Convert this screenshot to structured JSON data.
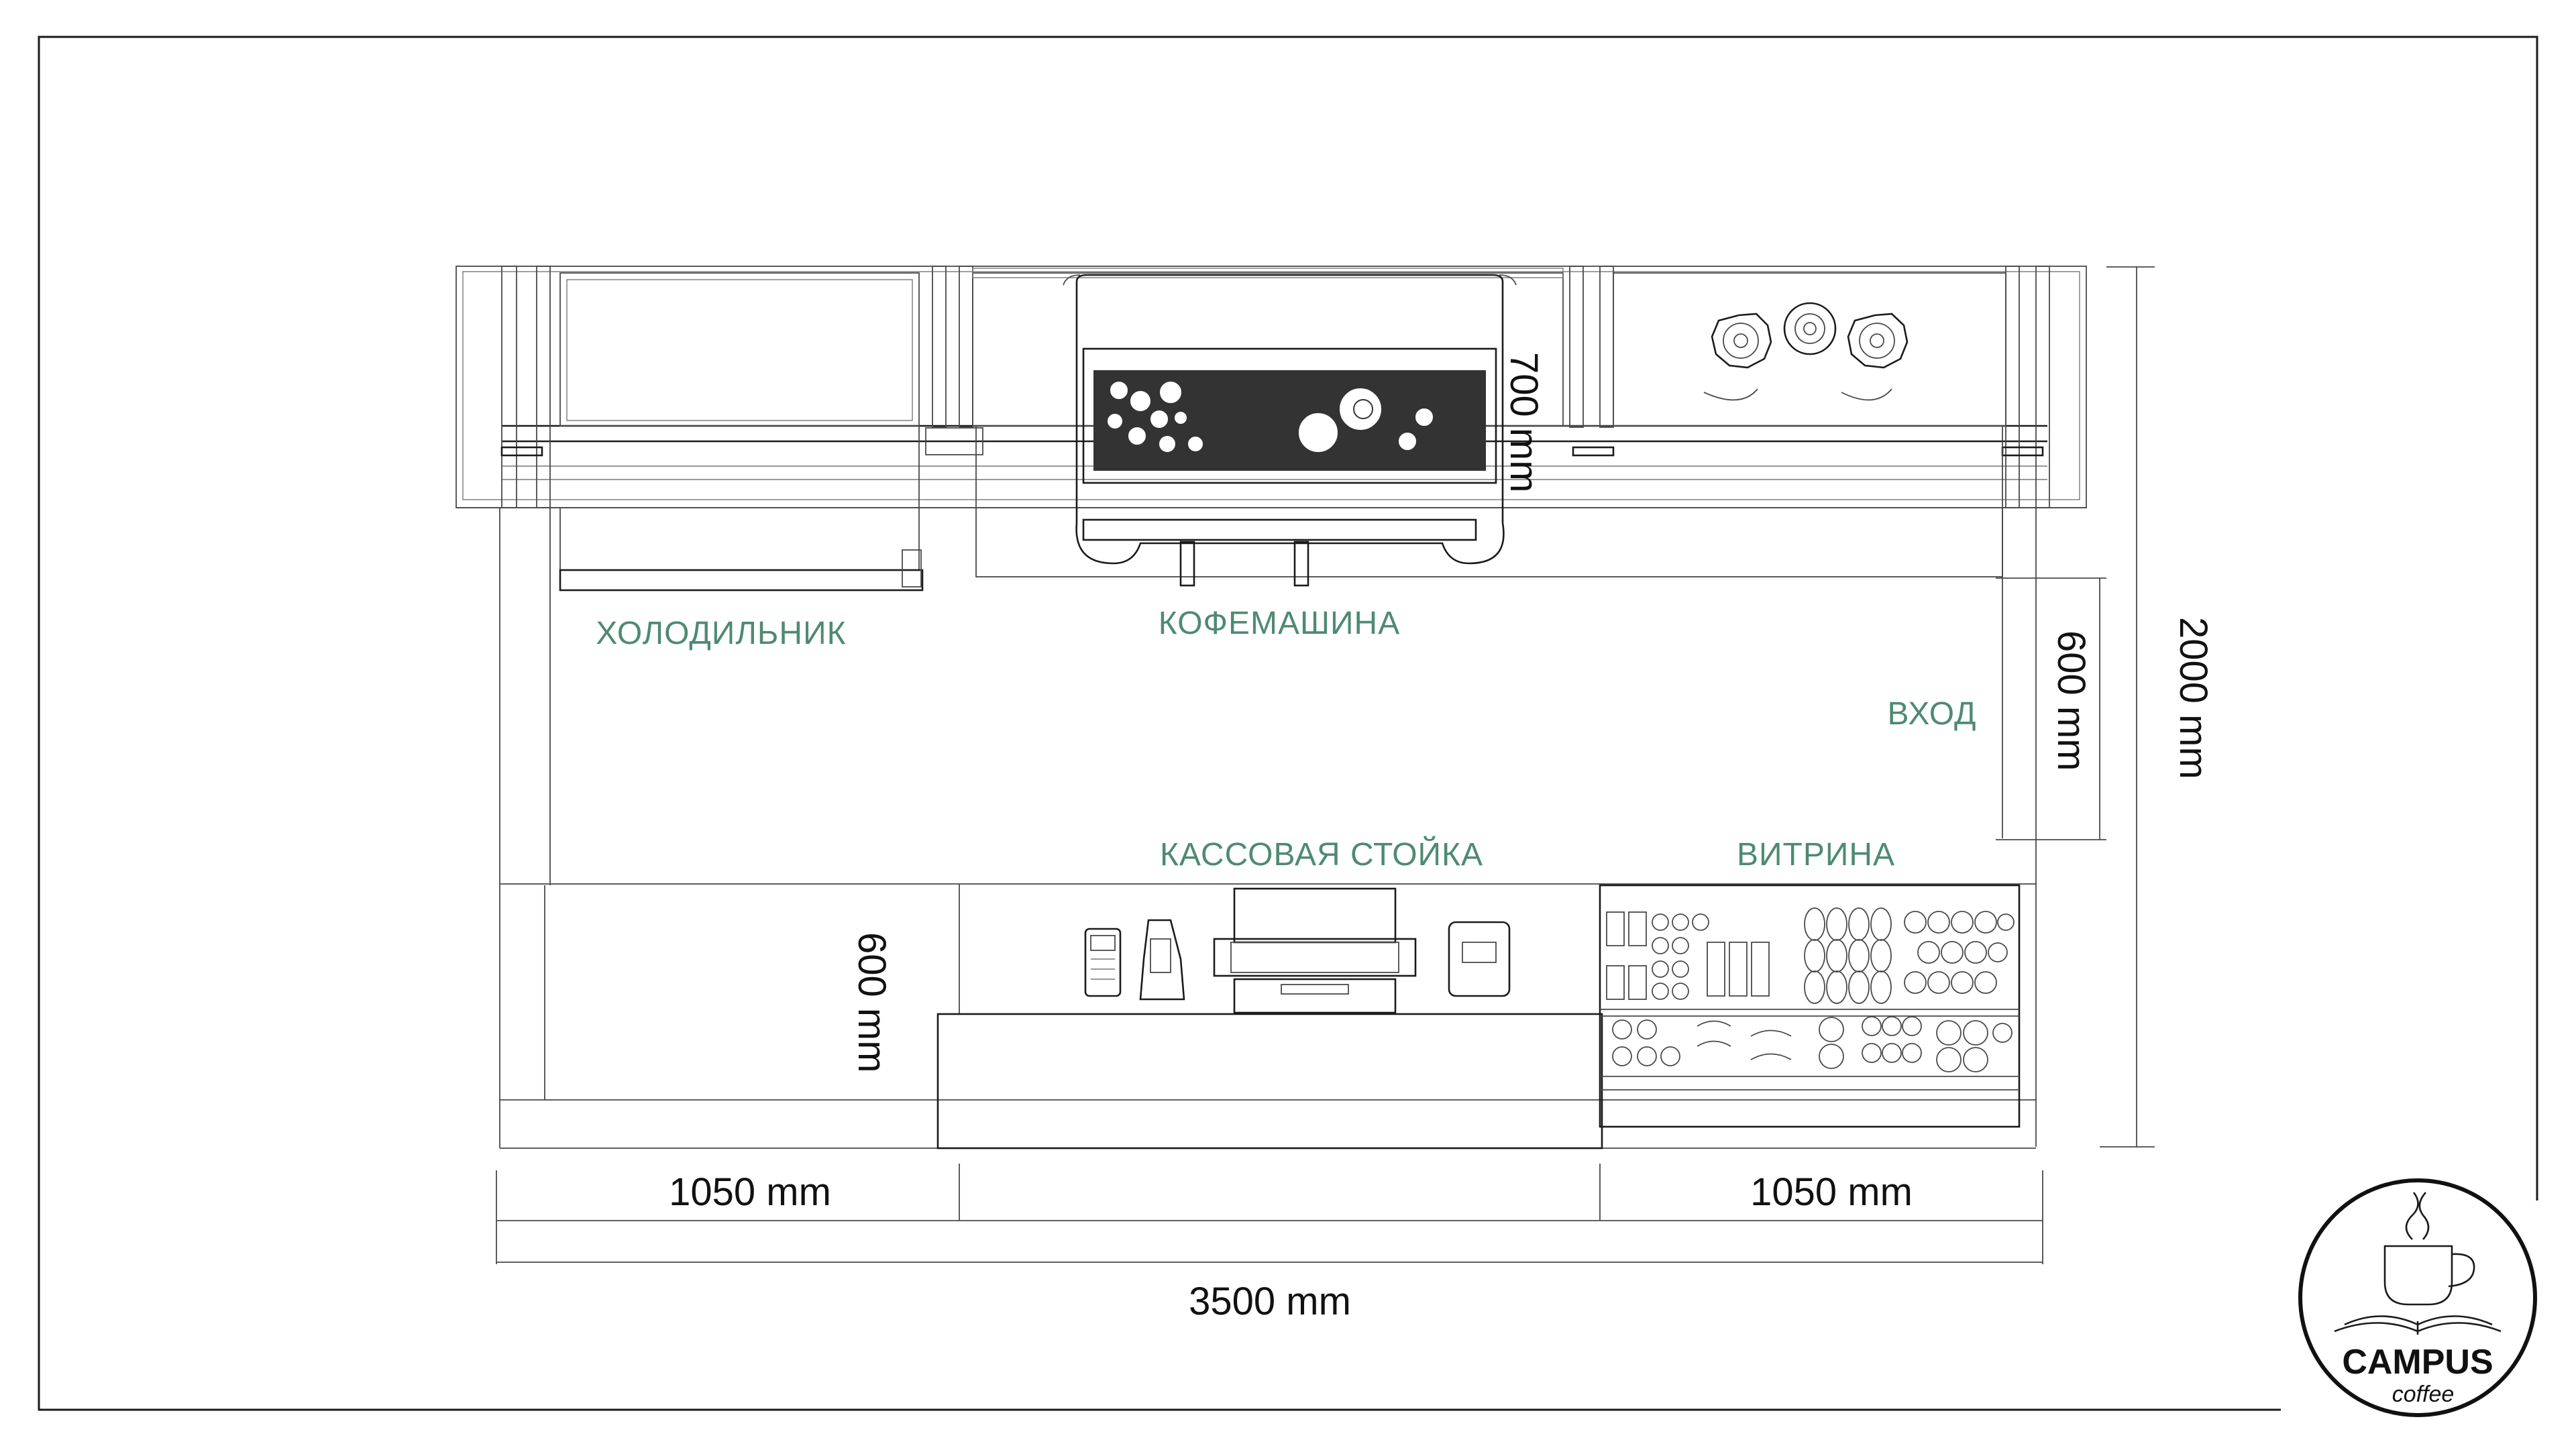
{
  "labels": {
    "fridge": "ХОЛОДИЛЬНИК",
    "coffee_machine": "КОФЕМАШИНА",
    "entrance": "ВХОД",
    "cash_counter": "КАССОВАЯ СТОЙКА",
    "display_case": "ВИТРИНА"
  },
  "dimensions": {
    "back_depth": "700 mm",
    "entrance_width": "600 mm",
    "total_depth": "2000 mm",
    "counter_depth": "600 mm",
    "left_section": "1050 mm",
    "right_section": "1050 mm",
    "total_width": "3500 mm"
  },
  "logo": {
    "brand": "CAMPUS",
    "sub": "coffee"
  },
  "colors": {
    "zone_label": "#4e8a72",
    "line": "#1b1b1b",
    "espresso_panel": "#333333"
  }
}
